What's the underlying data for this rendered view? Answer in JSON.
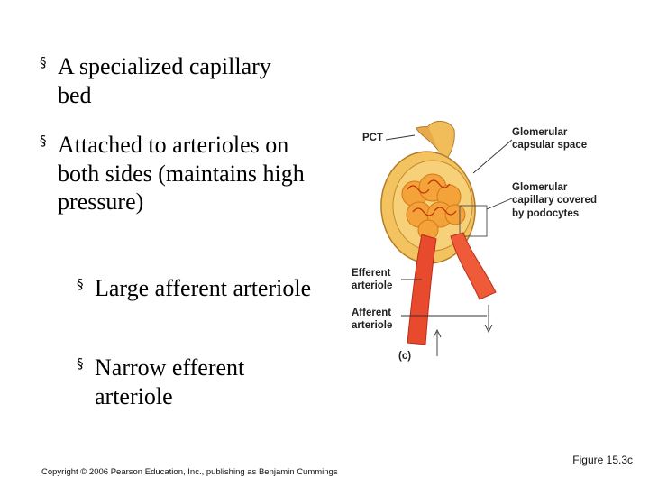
{
  "slide": {
    "bullets": [
      {
        "mark": "§",
        "text": "A specialized capillary bed"
      },
      {
        "mark": "§",
        "text": "Attached to arterioles on both sides (maintains high pressure)"
      }
    ],
    "sub_bullets": [
      {
        "mark": "§",
        "text": "Large afferent arteriole"
      },
      {
        "mark": "§",
        "text": "Narrow efferent arteriole"
      }
    ]
  },
  "figure": {
    "labels": {
      "pct": "PCT",
      "capsular_space": "Glomerular capsular space",
      "capillary": "Glomerular capillary covered by podocytes",
      "efferent": "Efferent arteriole",
      "afferent": "Afferent arteriole",
      "panel": "(c)"
    }
  },
  "footer": {
    "copyright": "Copyright © 2006 Pearson Education, Inc., publishing as Benjamin Cummings",
    "figure_ref": "Figure 15.3c"
  }
}
